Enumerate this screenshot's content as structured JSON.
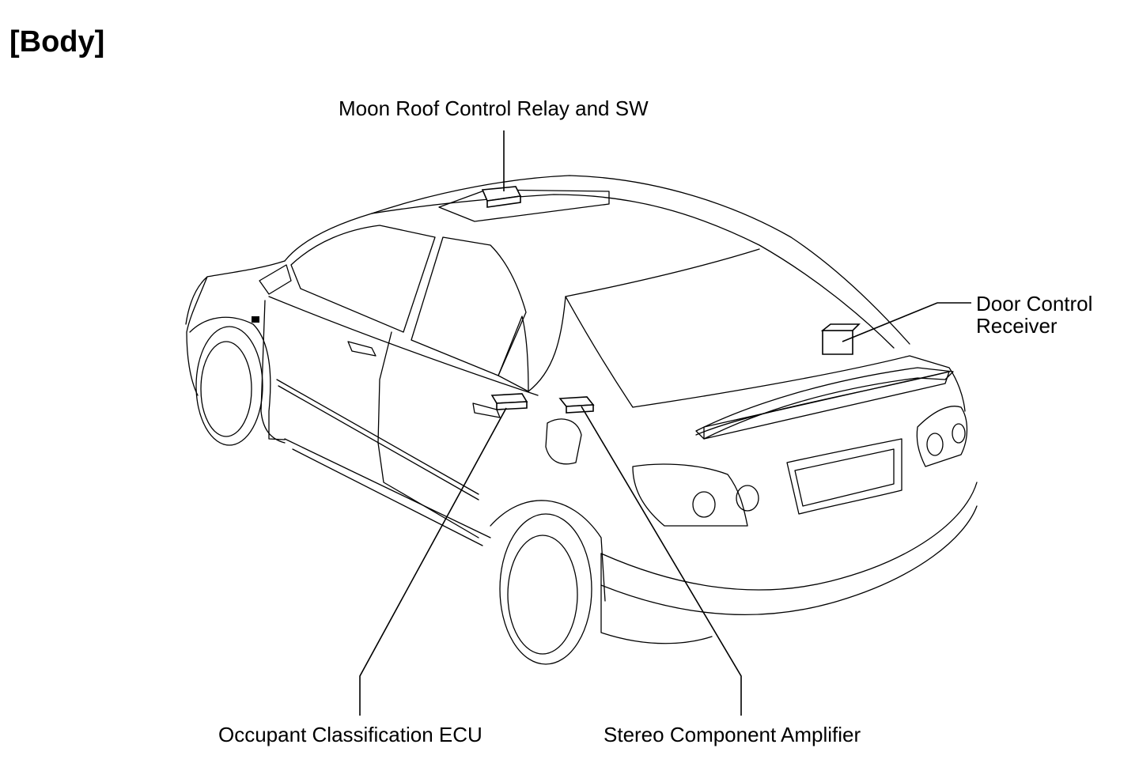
{
  "title": "[Body]",
  "callouts": {
    "moon_roof": "Moon Roof Control Relay and SW",
    "door_control_line1": "Door Control",
    "door_control_line2": "Receiver",
    "occupant_ecu": "Occupant Classification ECU",
    "stereo_amp": "Stereo Component Amplifier"
  }
}
